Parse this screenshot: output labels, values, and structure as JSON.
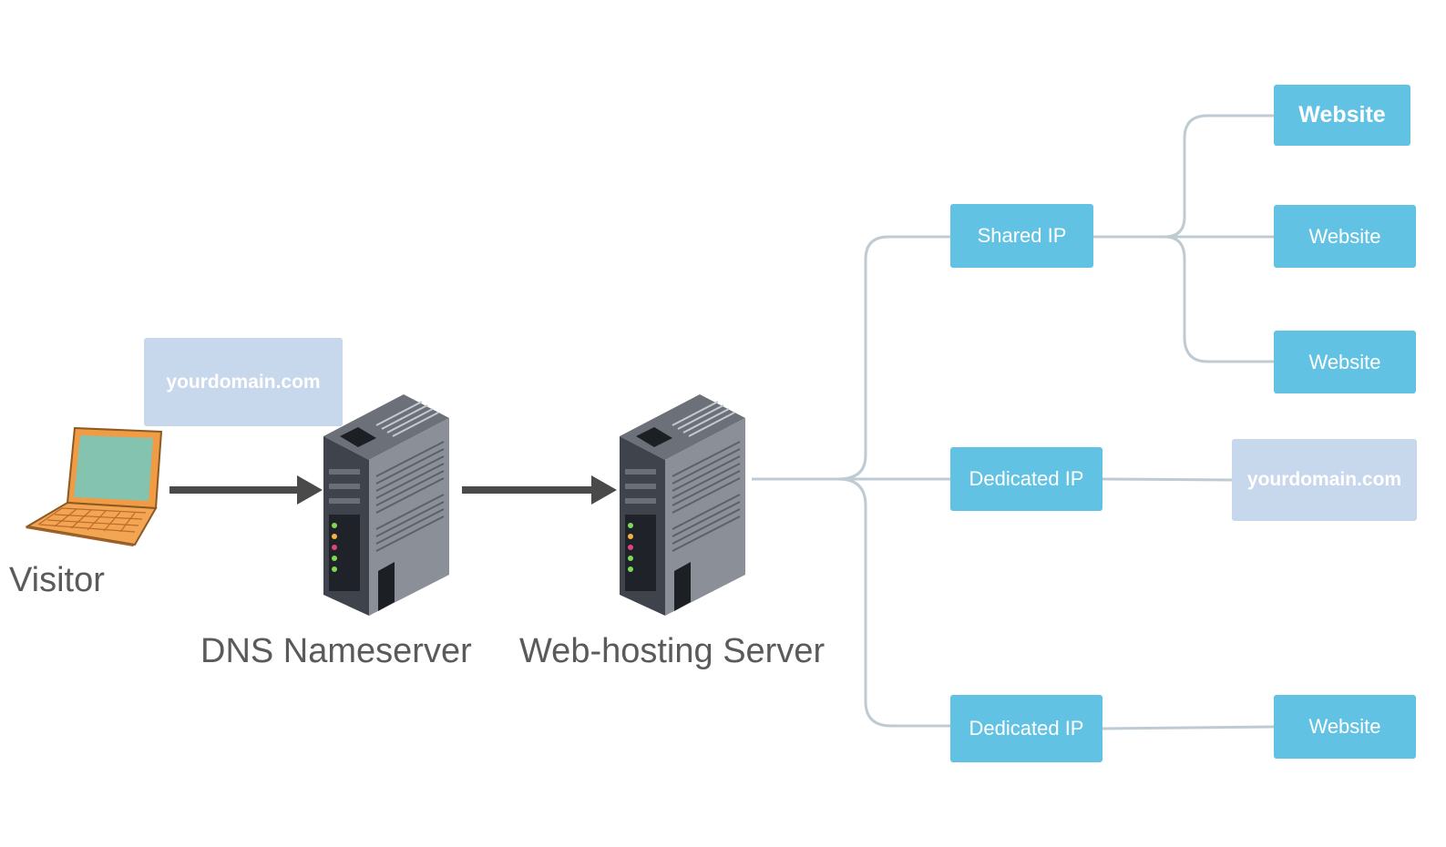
{
  "visitor": {
    "label": "Visitor",
    "icon": "laptop-icon",
    "domain_bubble": "yourdomain.com"
  },
  "dns_server": {
    "label": "DNS Nameserver",
    "icon": "server-icon"
  },
  "web_server": {
    "label": "Web-hosting Server",
    "icon": "server-icon"
  },
  "ip_nodes": [
    {
      "label": "Shared IP"
    },
    {
      "label": "Dedicated IP"
    },
    {
      "label": "Dedicated IP"
    }
  ],
  "endpoints": {
    "shared": [
      "Website",
      "Website",
      "Website"
    ],
    "dedicated_domain": "yourdomain.com",
    "dedicated_website": "Website"
  },
  "colors": {
    "node_blue": "#62c2e3",
    "node_pale": "#c7d7ec",
    "connector": "#bfcbd3",
    "arrow": "#4a4a4a",
    "caption": "#5a5a5a"
  }
}
